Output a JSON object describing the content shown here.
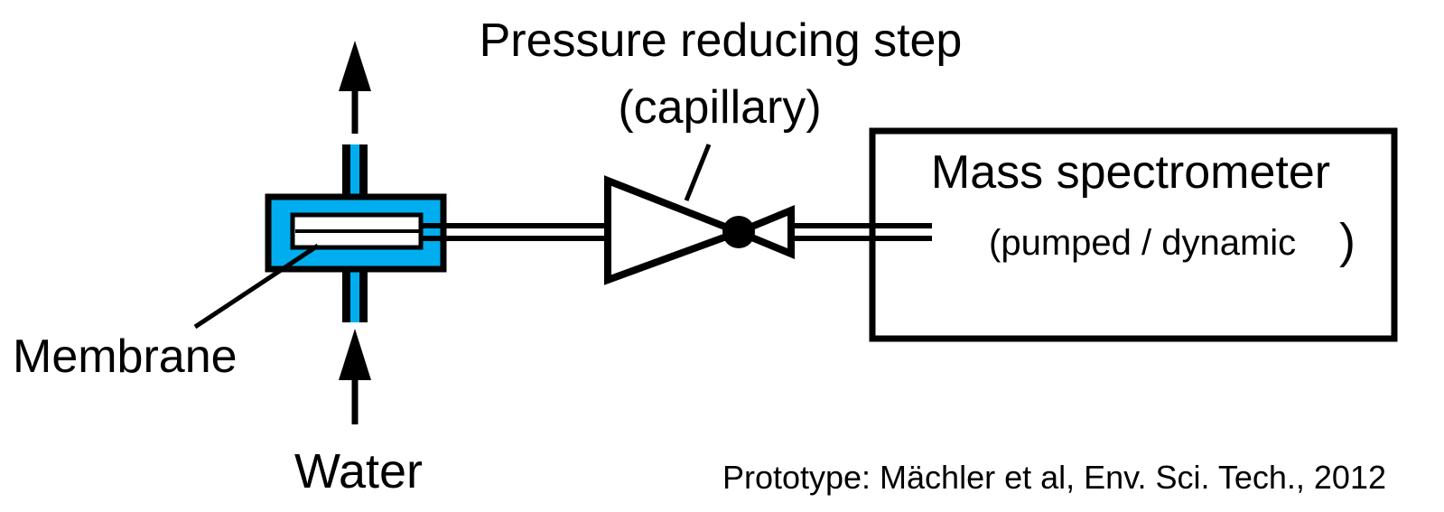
{
  "labels": {
    "pressure_step_line1": "Pressure reducing step",
    "pressure_step_line2": "(capillary)",
    "mass_spec_title": "Mass spectrometer",
    "mass_spec_subtitle": "(pumped / dynamic",
    "mass_spec_subtitle_paren": ")",
    "membrane": "Membrane",
    "water": "Water",
    "citation": "Prototype: Mächler et al, Env. Sci. Tech., 2012"
  },
  "colors": {
    "membrane_housing": "#00AEEF",
    "stroke": "#000000",
    "background": "#FFFFFF"
  },
  "icons": {
    "flow_out": "arrow-up-icon",
    "flow_in": "arrow-up-icon",
    "valve": "needle-valve-icon"
  }
}
